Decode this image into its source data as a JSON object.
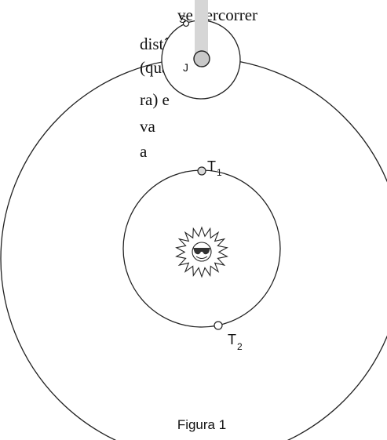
{
  "text_lines": [
    "ve percorrer",
    "distância",
    "(quan-",
    "ra) e",
    "va",
    "a"
  ],
  "labels": {
    "satellite": "S",
    "jupiter": "J",
    "earth_1": "T",
    "earth_1_sub": "1",
    "earth_2": "T",
    "earth_2_sub": "2"
  },
  "caption": "Figura 1",
  "colors": {
    "line": "#222222",
    "planet_fill": "#c8c8c8",
    "shadow_band": "#d6d6d6",
    "background": "#ffffff"
  },
  "icons": {
    "sun": "sun-with-sunglasses-icon"
  }
}
